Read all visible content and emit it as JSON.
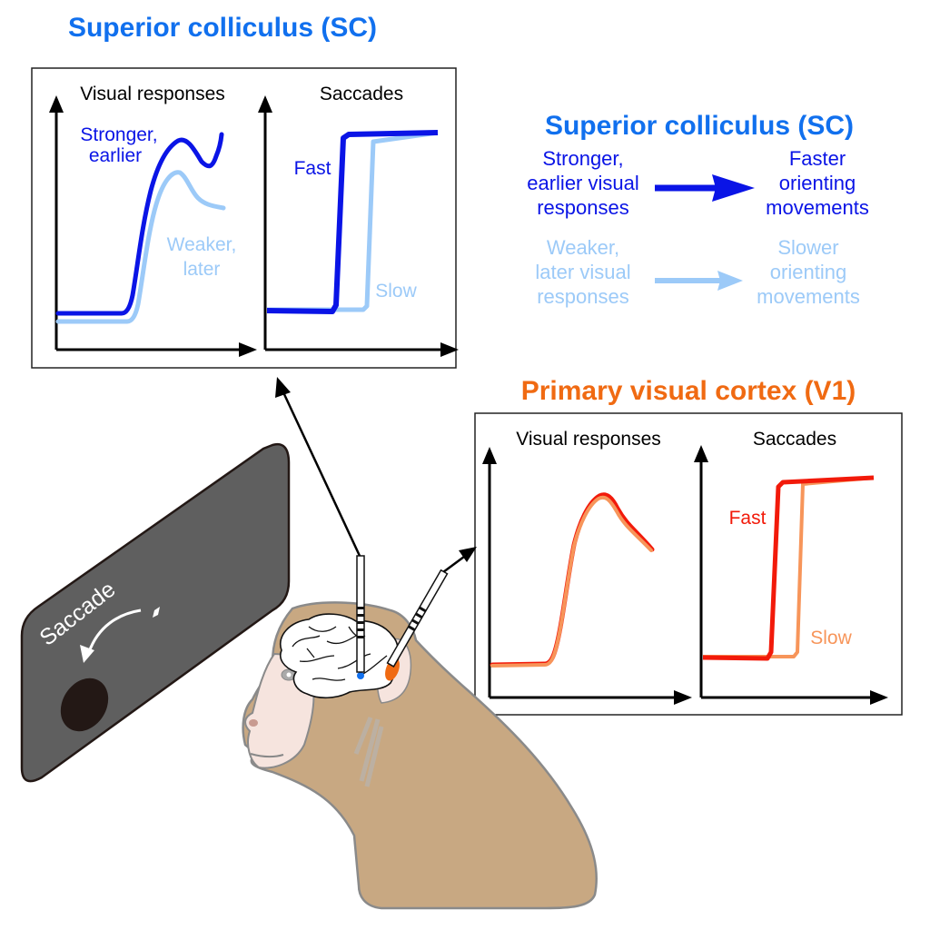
{
  "colors": {
    "sc_title": "#1170ee",
    "v1_title": "#f06a12",
    "dark_blue": "#0a14e6",
    "light_blue": "#9ccaf8",
    "red": "#f21a0a",
    "light_orange": "#f7955a",
    "screen": "#5f5f5f",
    "fur": "#c8a882",
    "face": "#f6e4de"
  },
  "sc_panel": {
    "title": "Superior colliculus (SC)",
    "visual": {
      "heading": "Visual responses",
      "strong_label_line1": "Stronger,",
      "strong_label_line2": "earlier",
      "weak_label_line1": "Weaker,",
      "weak_label_line2": "later"
    },
    "saccades": {
      "heading": "Saccades",
      "fast_label": "Fast",
      "slow_label": "Slow"
    }
  },
  "summary": {
    "title": "Superior colliculus (SC)",
    "strong_cause": [
      "Stronger,",
      "earlier visual",
      "responses"
    ],
    "strong_effect": [
      "Faster",
      "orienting",
      "movements"
    ],
    "weak_cause": [
      "Weaker,",
      "later visual",
      "responses"
    ],
    "weak_effect": [
      "Slower",
      "orienting",
      "movements"
    ]
  },
  "v1_panel": {
    "title": "Primary visual cortex (V1)",
    "visual": {
      "heading": "Visual responses"
    },
    "saccades": {
      "heading": "Saccades",
      "fast_label": "Fast",
      "slow_label": "Slow"
    }
  },
  "screen": {
    "label": "Saccade"
  },
  "icons": [
    "electrode-icon",
    "brain-icon",
    "monkey-icon",
    "screen-icon",
    "arrow-icon"
  ]
}
